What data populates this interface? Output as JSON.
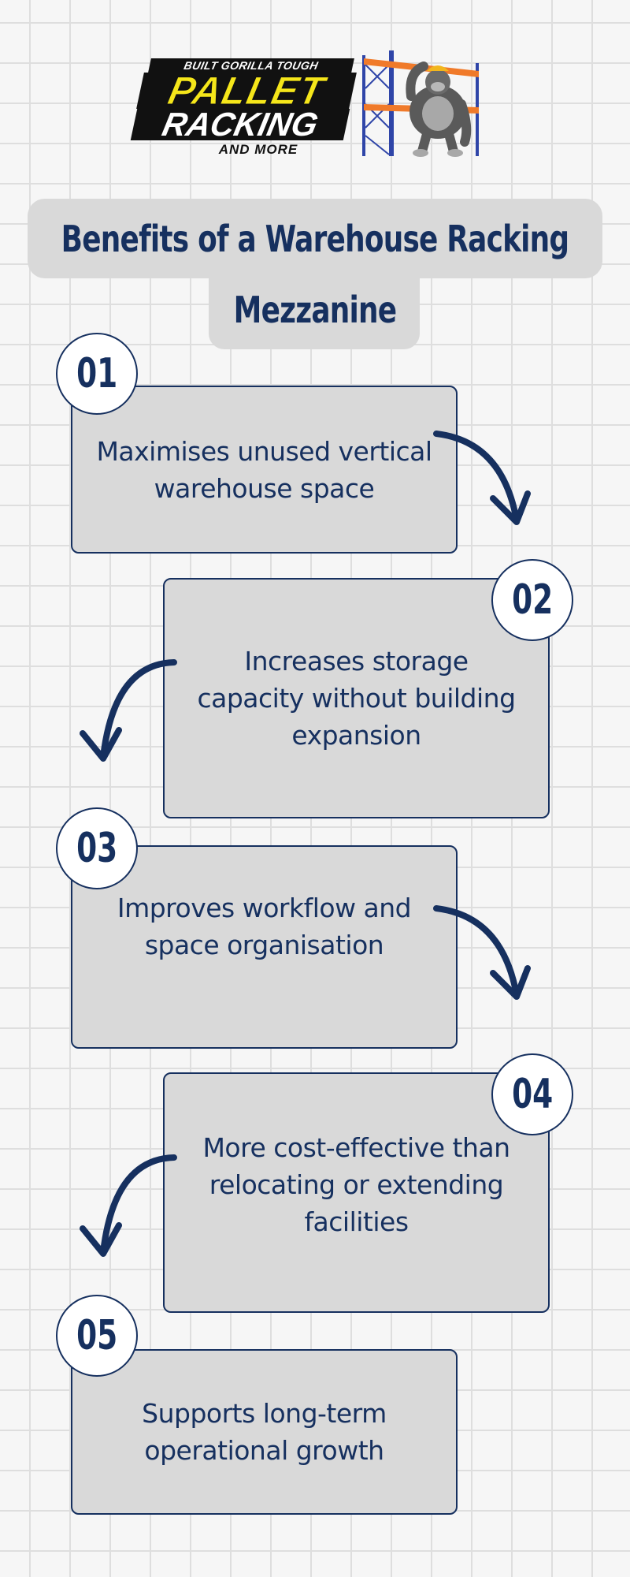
{
  "logo": {
    "tagline": "BUILT GORILLA TOUGH",
    "line1": "PALLET",
    "line2": "RACKING",
    "line3": "AND MORE",
    "mascot_icon": "gorilla-on-pallet-rack-icon"
  },
  "title": {
    "line1": "Benefits of a Warehouse Racking",
    "line2": "Mezzanine"
  },
  "steps": [
    {
      "number": "01",
      "text_lines": [
        "Maximises unused vertical",
        "warehouse space"
      ],
      "line1": "Maximises unused vertical",
      "line2": "warehouse space",
      "line3": ""
    },
    {
      "number": "02",
      "line1": "Increases storage",
      "line2": "capacity without building",
      "line3": "expansion"
    },
    {
      "number": "03",
      "line1": "Improves workflow and",
      "line2": "space organisation",
      "line3": ""
    },
    {
      "number": "04",
      "line1": "More cost-effective than",
      "line2": "relocating or extending",
      "line3": "facilities"
    },
    {
      "number": "05",
      "line1": "Supports long-term",
      "line2": "operational growth",
      "line3": ""
    }
  ],
  "colors": {
    "navy": "#16305f",
    "box_fill": "#d9d9d9",
    "background": "#f6f6f6",
    "grid_line": "#dedede",
    "logo_yellow": "#f5e61a",
    "rack_blue": "#2f45a8",
    "rack_orange": "#f07a2a"
  }
}
